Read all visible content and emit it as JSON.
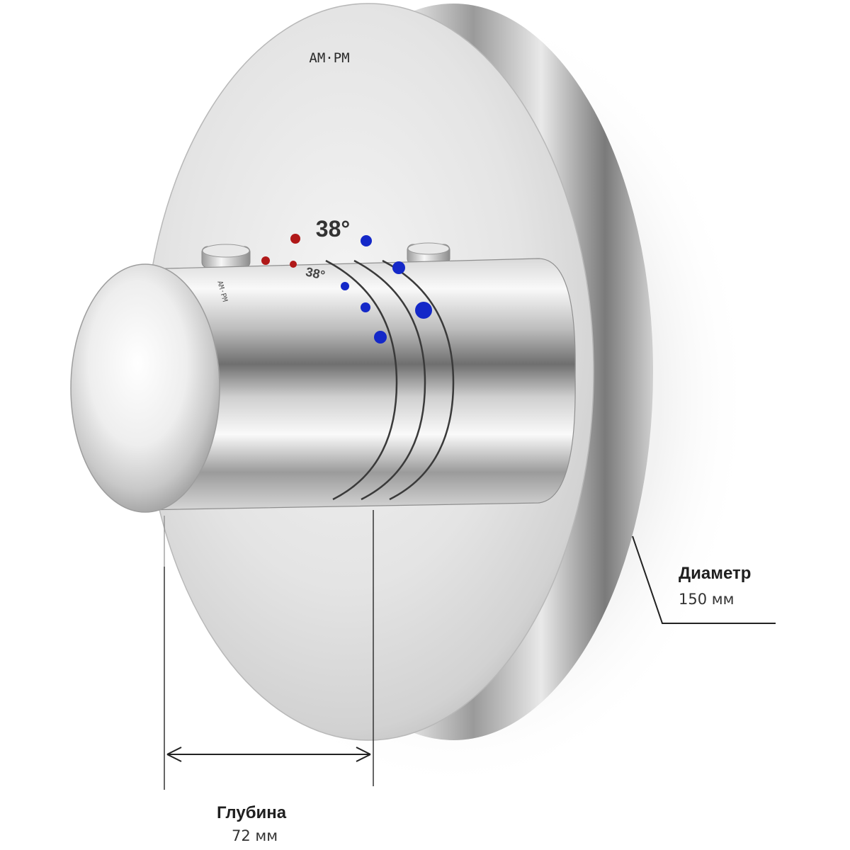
{
  "product": {
    "brand_logo": "AM·PM",
    "dial_temperature": "38°",
    "knob_temperature": "38°",
    "knob_logo": "AM·PM"
  },
  "dimensions": {
    "diameter": {
      "label": "Диаметр",
      "value": "150 мм"
    },
    "depth": {
      "label": "Глубина",
      "value": "72 мм"
    }
  },
  "colors": {
    "hot_marker": "#b01818",
    "cold_marker": "#1428c8",
    "chrome_light": "#f7f7f7",
    "chrome_dark": "#8a8a8a"
  }
}
